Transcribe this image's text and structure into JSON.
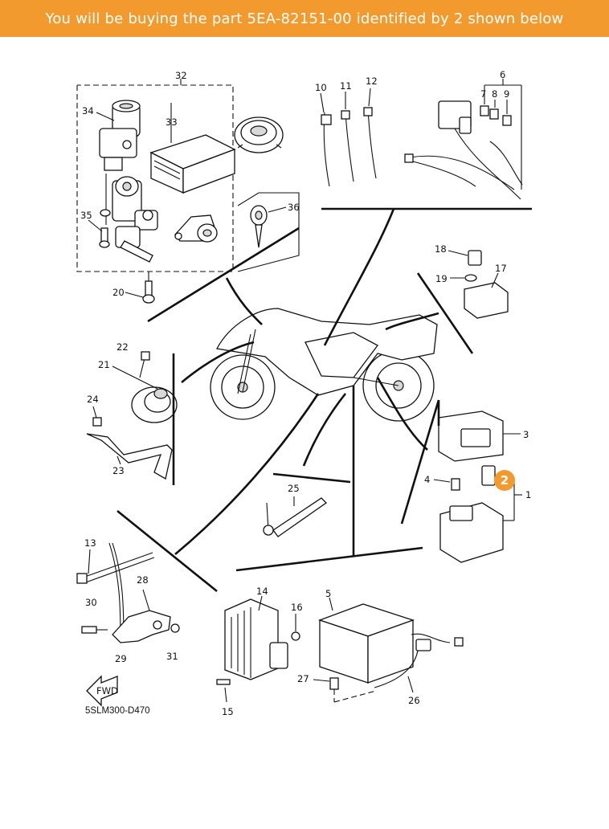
{
  "banner": {
    "text": "You will be buying the part 5EA-82151-00 identified by 2 shown below",
    "background": "#F39A2F"
  },
  "highlight": {
    "label": "2",
    "color": "#F39A2F"
  },
  "callouts": {
    "n1": "1",
    "n2": "2",
    "n3": "3",
    "n4": "4",
    "n5": "5",
    "n6": "6",
    "n7": "7",
    "n8": "8",
    "n9": "9",
    "n10": "10",
    "n11": "11",
    "n12": "12",
    "n13": "13",
    "n14": "14",
    "n15": "15",
    "n16": "16",
    "n17": "17",
    "n18": "18",
    "n19": "19",
    "n20": "20",
    "n21": "21",
    "n22": "22",
    "n23": "23",
    "n24": "24",
    "n25": "25",
    "n26": "26",
    "n27": "27",
    "n28": "28",
    "n29": "29",
    "n30": "30",
    "n31": "31",
    "n32": "32",
    "n33": "33",
    "n34": "34",
    "n35": "35",
    "n36": "36"
  },
  "diagram_code": "5SLM300-D470",
  "fwd_label": "FWD"
}
